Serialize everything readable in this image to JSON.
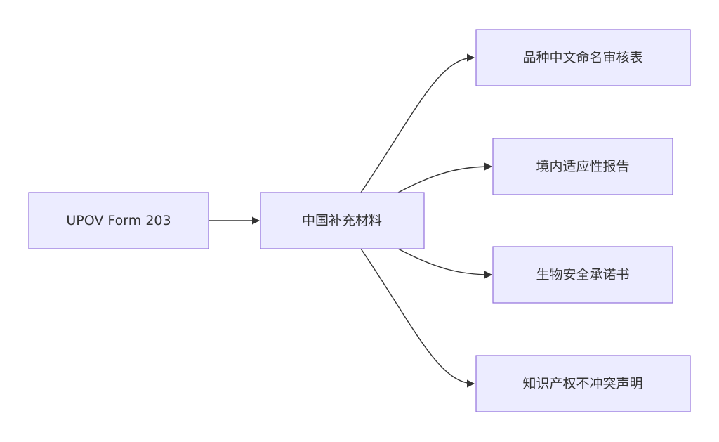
{
  "diagram": {
    "nodes": {
      "form": {
        "label": "UPOV Form 203"
      },
      "supplement": {
        "label": "中国补充材料"
      },
      "naming": {
        "label": "品种中文命名审核表"
      },
      "adaptability": {
        "label": "境内适应性报告"
      },
      "biosafety": {
        "label": "生物安全承诺书"
      },
      "ip": {
        "label": "知识产权不冲突声明"
      }
    },
    "edges": [
      {
        "from": "form",
        "to": "supplement"
      },
      {
        "from": "supplement",
        "to": "naming"
      },
      {
        "from": "supplement",
        "to": "adaptability"
      },
      {
        "from": "supplement",
        "to": "biosafety"
      },
      {
        "from": "supplement",
        "to": "ip"
      }
    ],
    "colors": {
      "node_fill": "#ececff",
      "node_border": "#9370db",
      "edge": "#333333",
      "text": "#333333"
    }
  }
}
